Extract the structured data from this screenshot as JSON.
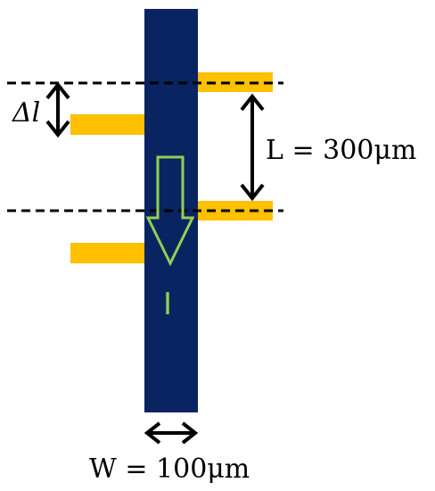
{
  "labels": {
    "delta_l": "Δl",
    "length": "L = 300μm",
    "width": "W = 100μm",
    "current": "I"
  },
  "colors": {
    "strip": "#0a2462",
    "pad": "#ffc000",
    "arrow_current": "#92d050",
    "lines": "#000000"
  }
}
